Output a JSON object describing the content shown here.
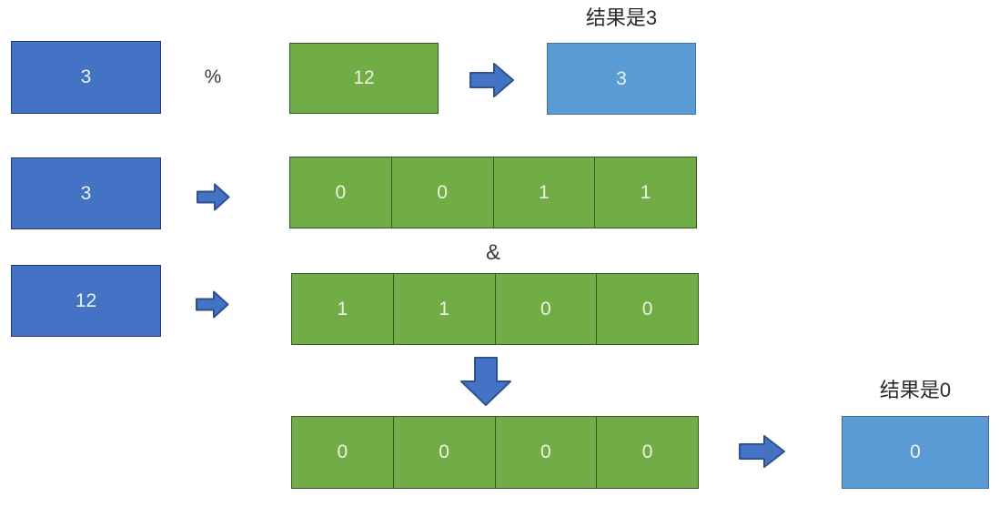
{
  "diagram": {
    "modulo_row": {
      "left_operand": "3",
      "operator": "%",
      "right_operand": "12",
      "result_title": "结果是3",
      "result_value": "3"
    },
    "binary_row_a": {
      "operand": "3",
      "bits": [
        "0",
        "0",
        "1",
        "1"
      ]
    },
    "bitwise_operator": "&",
    "binary_row_b": {
      "operand": "12",
      "bits": [
        "1",
        "1",
        "0",
        "0"
      ]
    },
    "result_row": {
      "bits": [
        "0",
        "0",
        "0",
        "0"
      ],
      "result_title": "结果是0",
      "result_value": "0"
    }
  },
  "colors": {
    "operand_blue_fill": "#4472C4",
    "operand_blue_border": "#1F3B66",
    "binary_green_fill": "#70AD47",
    "binary_green_border": "#375623",
    "result_lightblue_fill": "#5B9BD5",
    "result_lightblue_border": "#41719C",
    "arrow_fill": "#4472C4",
    "arrow_border": "#2F528F",
    "label_text": "#3A3A3A",
    "box_text_light": "#EDF2F0"
  }
}
